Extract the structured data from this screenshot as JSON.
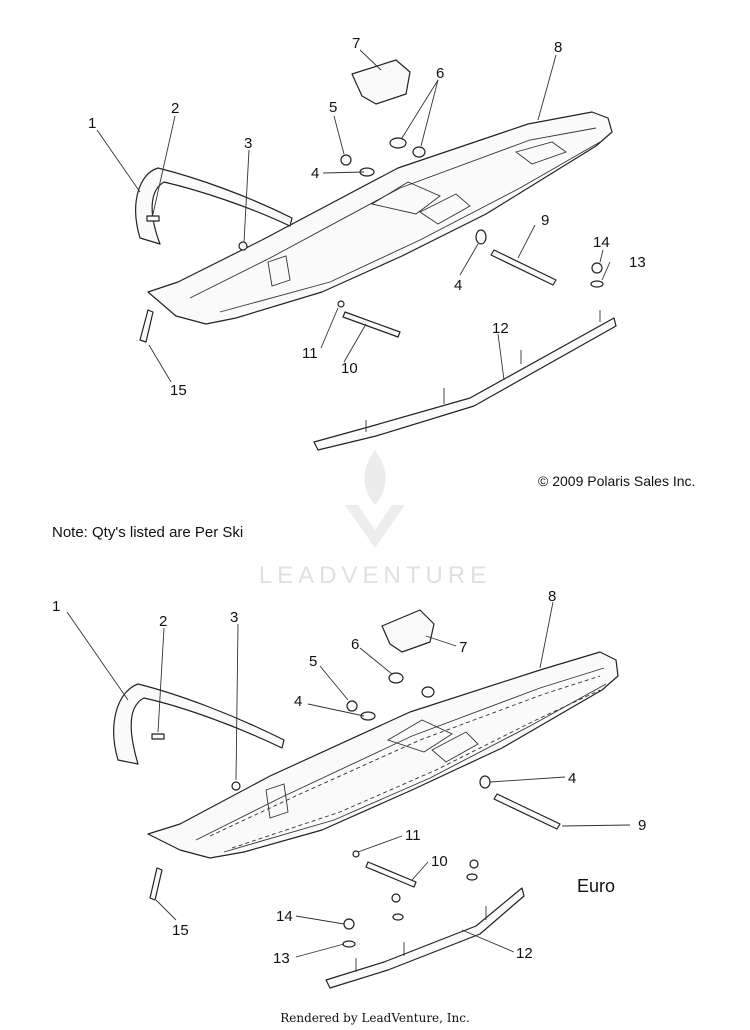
{
  "copyright": "© 2009 Polaris Sales Inc.",
  "note": "Note: Qty's listed are Per Ski",
  "euro_label": "Euro",
  "rendered_by": "Rendered by LeadVenture, Inc.",
  "watermark": {
    "text": "LEADVENTURE",
    "logo_icon": "flame-chevron-logo-icon"
  },
  "top_diagram": {
    "callouts": [
      "1",
      "2",
      "3",
      "4",
      "4",
      "5",
      "6",
      "7",
      "8",
      "9",
      "10",
      "11",
      "12",
      "13",
      "14",
      "15"
    ]
  },
  "bottom_diagram": {
    "callouts": [
      "1",
      "2",
      "3",
      "4",
      "4",
      "5",
      "6",
      "7",
      "8",
      "9",
      "10",
      "11",
      "12",
      "13",
      "14",
      "15"
    ]
  }
}
